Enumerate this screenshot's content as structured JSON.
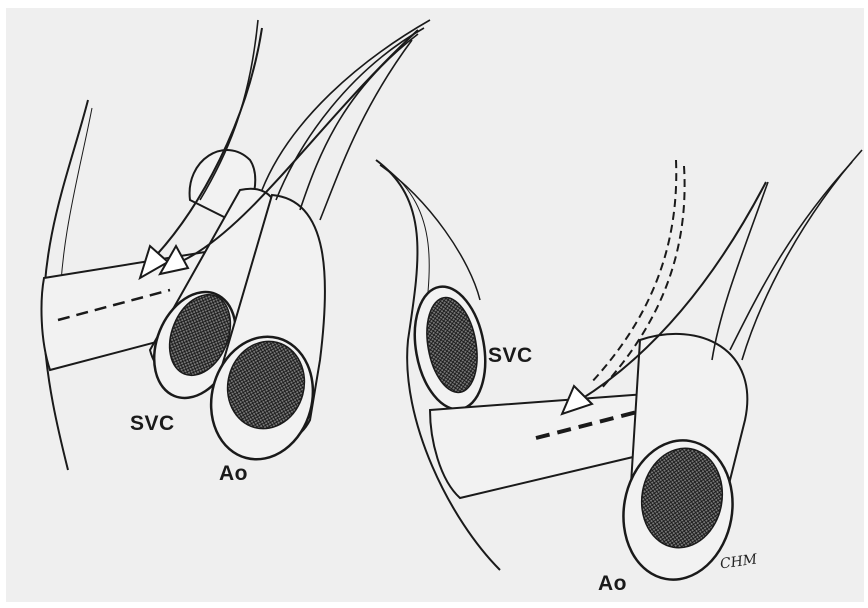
{
  "labels": {
    "left_svc": "SVC",
    "left_ao": "Ao",
    "right_svc": "SVC",
    "right_ao": "Ao"
  },
  "signature": "CHM",
  "colors": {
    "background": "#efefef",
    "ink": "#1a1a1a",
    "vessel_fill": "#f2f2f2",
    "lumen_fill": "#3a3a3a"
  }
}
